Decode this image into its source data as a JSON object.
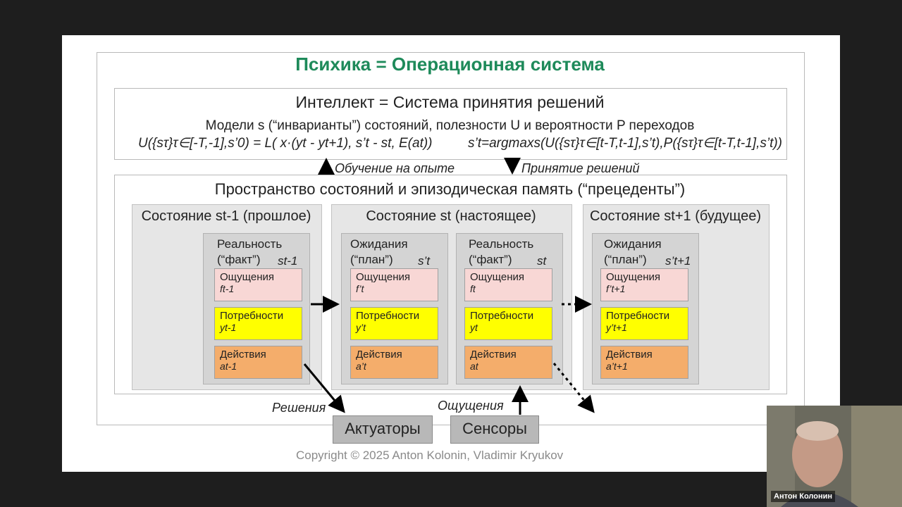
{
  "slide": {
    "title": "Психика = Операционная система",
    "intellect": {
      "title": "Интеллект = Система принятия решений",
      "models_line": "Модели s (“инварианты”) состояний, полезности U и вероятности P переходов",
      "formula_u": "U({sτ}τ∈[-T,-1],s’0) = L( x·(yt - yt+1), s’t - st, E(at))",
      "formula_s": "s’t=argmaxs(U({sτ}τ∈[t-T,t-1],s’t),P({sτ}τ∈[t-T,t-1],s’t))"
    },
    "arrow_learning": "Обучение на опыте",
    "arrow_decision": "Принятие решений",
    "space_title": "Пространство состояний и эпизодическая память (“прецеденты”)",
    "states": {
      "past": "Состояние st-1 (прошлое)",
      "present": "Состояние st (настоящее)",
      "future": "Состояние st+1 (будущее)"
    },
    "boxes": {
      "past_reality": {
        "line1": "Реальность",
        "line2": "(“факт”)",
        "sym": "st-1",
        "cells": [
          {
            "name": "Ощущения",
            "var": "ft-1"
          },
          {
            "name": "Потребности",
            "var": "yt-1"
          },
          {
            "name": "Действия",
            "var": "at-1"
          }
        ]
      },
      "present_expect": {
        "line1": "Ожидания",
        "line2": "(“план”)",
        "sym": "s’t",
        "cells": [
          {
            "name": "Ощущения",
            "var": "f’t"
          },
          {
            "name": "Потребности",
            "var": "y’t"
          },
          {
            "name": "Действия",
            "var": "a’t"
          }
        ]
      },
      "present_reality": {
        "line1": "Реальность",
        "line2": "(“факт”)",
        "sym": "st",
        "cells": [
          {
            "name": "Ощущения",
            "var": "ft"
          },
          {
            "name": "Потребности",
            "var": "yt"
          },
          {
            "name": "Действия",
            "var": "at"
          }
        ]
      },
      "future_expect": {
        "line1": "Ожидания",
        "line2": "(“план”)",
        "sym": "s’t+1",
        "cells": [
          {
            "name": "Ощущения",
            "var": "f’t+1"
          },
          {
            "name": "Потребности",
            "var": "y’t+1"
          },
          {
            "name": "Действия",
            "var": "a’t+1"
          }
        ]
      }
    },
    "label_decisions": "Решения",
    "label_sensations": "Ощущения",
    "actuators": "Актуаторы",
    "sensors": "Сенсоры",
    "copyright": "Copyright © 2025 Anton Kolonin, Vladimir Kryukov"
  },
  "webcam": {
    "name": "Антон Колонин"
  },
  "colors": {
    "title": "#1e8a5a",
    "pink": "#f8d7d5",
    "yellow": "#ffff00",
    "orange": "#f4ad6b"
  }
}
